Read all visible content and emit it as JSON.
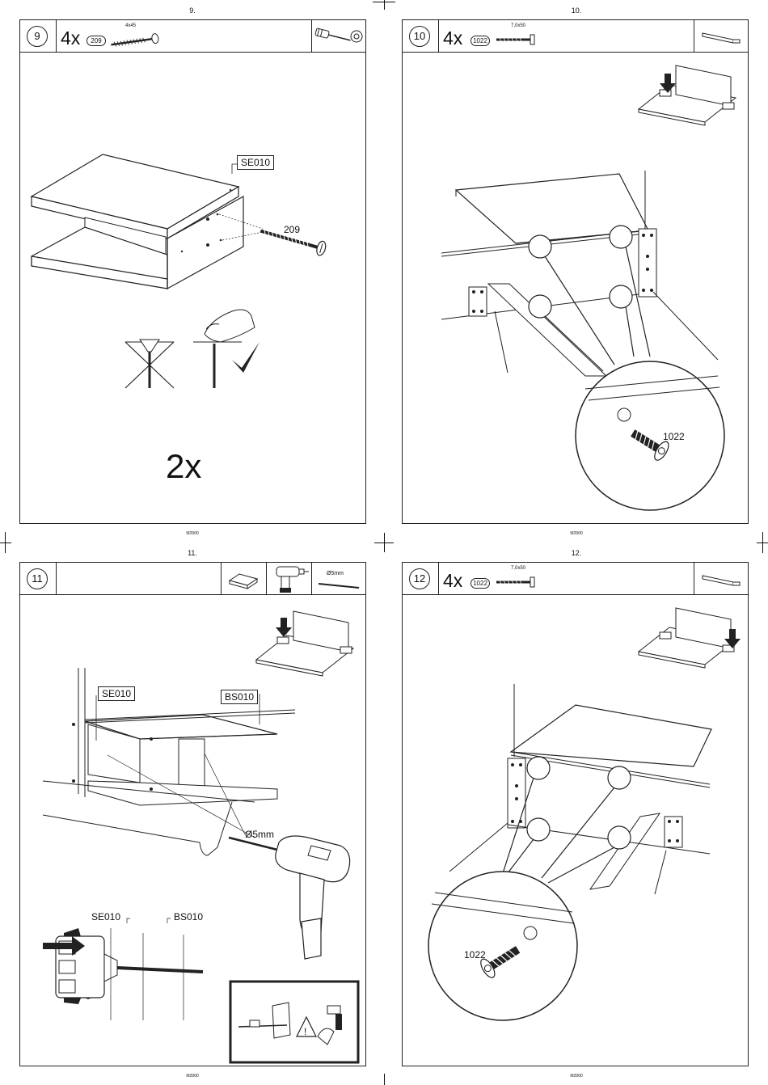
{
  "steps": [
    {
      "page": "9.",
      "number": "9",
      "qty": "4x",
      "part_id": "209",
      "part_size": "4x45",
      "labels": {
        "panel": "SE010",
        "screw": "209"
      },
      "repeat": "2x",
      "footer": "M2900"
    },
    {
      "page": "10.",
      "number": "10",
      "qty": "4x",
      "part_id": "1022",
      "part_size": "7,0x50",
      "labels": {
        "screw": "1022"
      },
      "footer": "M2900"
    },
    {
      "page": "11.",
      "number": "11",
      "drill_size": "Ø5mm",
      "labels": {
        "panel_a": "SE010",
        "panel_b": "BS010",
        "drill": "Ø5mm",
        "depth_a": "SE010",
        "depth_b": "BS010"
      },
      "footer": "M2900"
    },
    {
      "page": "12.",
      "number": "12",
      "qty": "4x",
      "part_id": "1022",
      "part_size": "7,0x50",
      "labels": {
        "screw": "1022"
      },
      "footer": "M2900"
    }
  ],
  "icons": [
    "screwdriver-icon",
    "washer-icon",
    "allen-key-icon",
    "wood-block-icon",
    "drill-icon",
    "drill-bit-icon",
    "wrong-screw-icon",
    "correct-screw-icon",
    "checkmark-icon",
    "warning-icon"
  ]
}
